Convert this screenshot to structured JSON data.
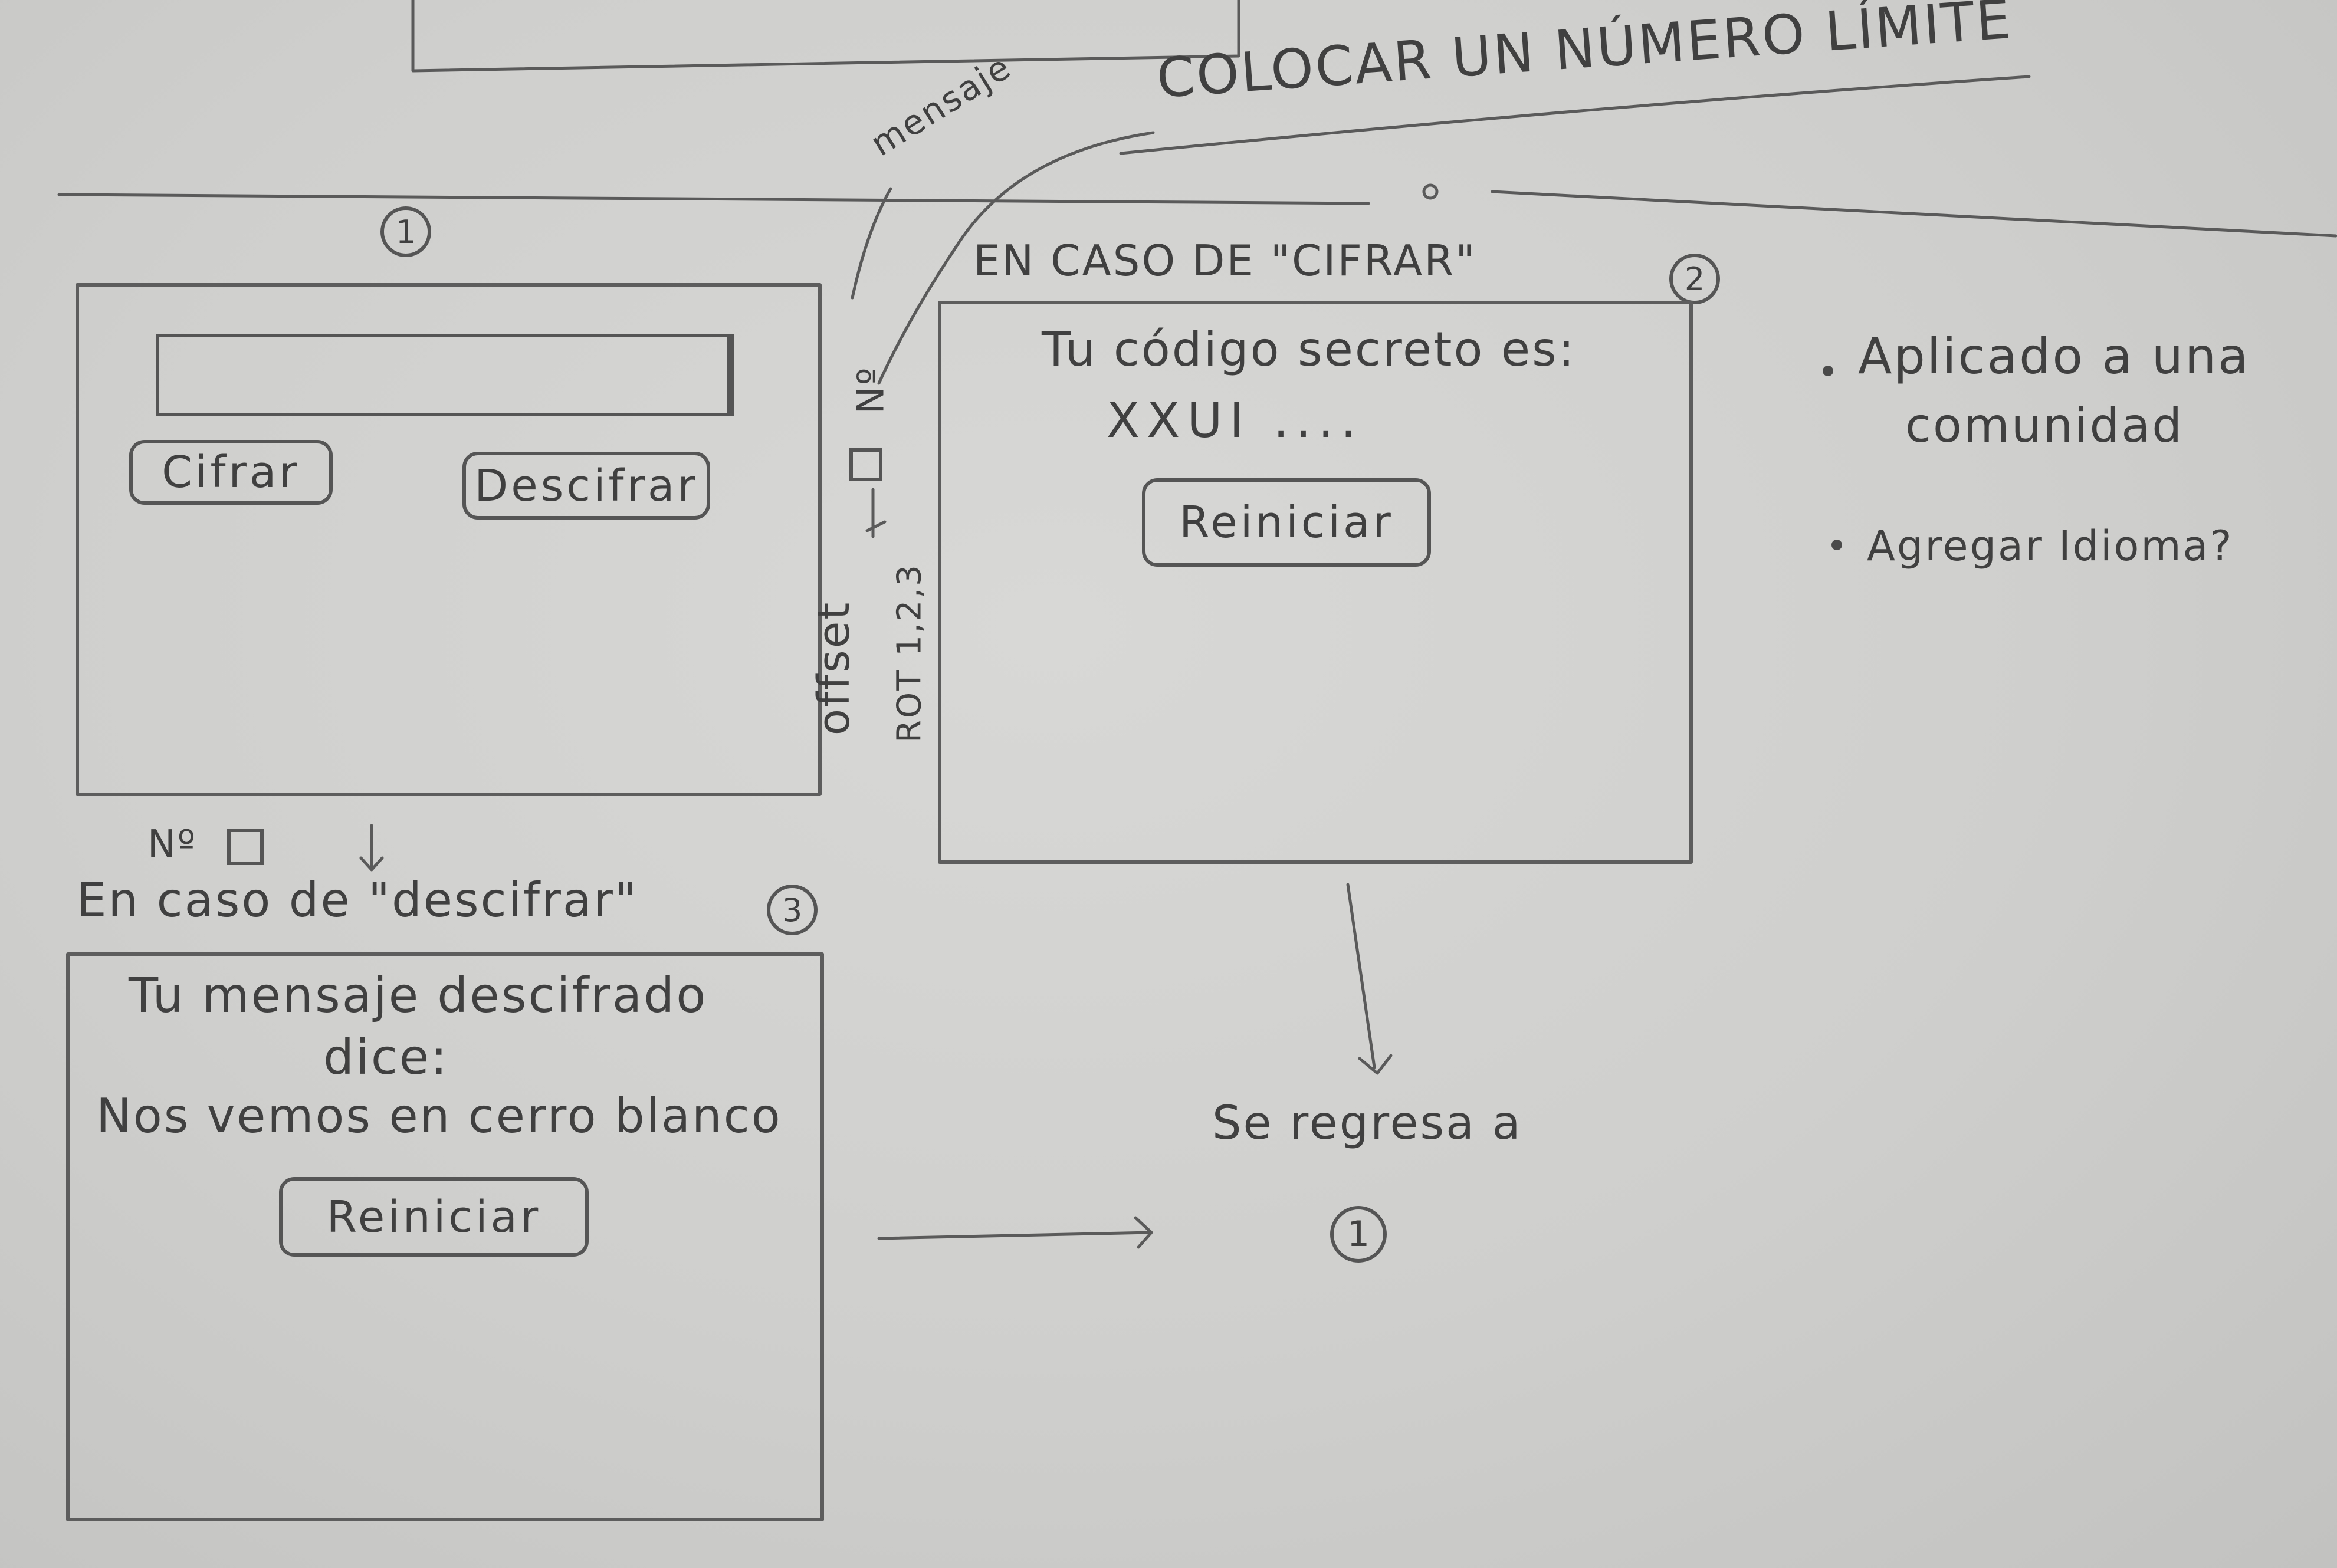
{
  "top_note": {
    "text": "COLOCAR UN NÚMERO LÍMITE",
    "mensaje": "mensaje"
  },
  "screen1": {
    "number": "1",
    "cifrar_label": "Cifrar",
    "descifrar_label": "Descifrar",
    "side_no": "Nº",
    "offset": "offset",
    "rot": "ROT 1,2,3",
    "bottom_no": "Nº"
  },
  "screen2": {
    "caption": "EN CASO DE \"CIFRAR\"",
    "number": "2",
    "line1": "Tu código secreto es:",
    "code": "XXUI ....",
    "reiniciar_label": "Reiniciar"
  },
  "screen3": {
    "caption": "En caso de \"descifrar\"",
    "number": "3",
    "line1": "Tu mensaje descifrado",
    "line2": "dice:",
    "message": "Nos vemos en cerro blanco",
    "reiniciar_label": "Reiniciar"
  },
  "return_note": {
    "text": "Se regresa a",
    "number": "1"
  },
  "notes": {
    "item1_line1": "Aplicado a una",
    "item1_line2": "comunidad",
    "item2": "Agregar Idioma?"
  }
}
